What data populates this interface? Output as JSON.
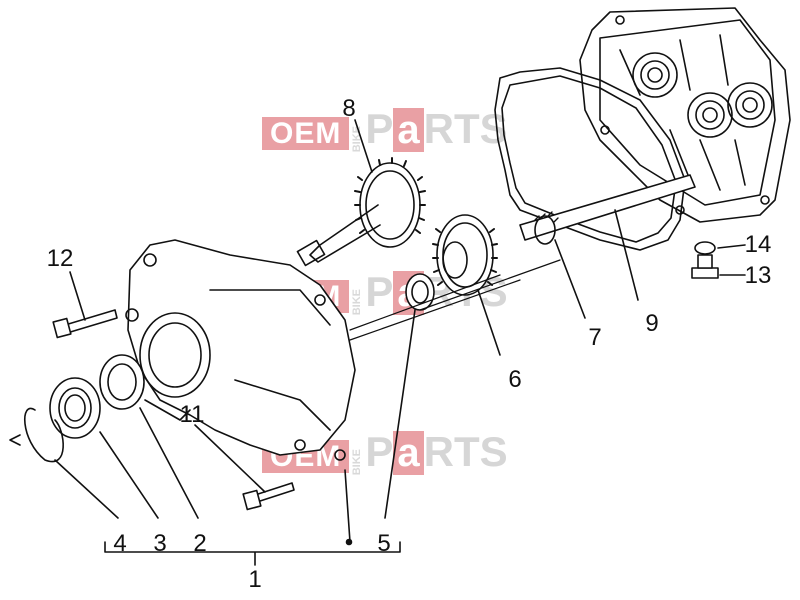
{
  "watermark": {
    "oem": "OEM",
    "bike": "BIKE",
    "p": "P",
    "a": "a",
    "rts": "RTS"
  },
  "callouts": [
    {
      "id": "1",
      "text": "1"
    },
    {
      "id": "2",
      "text": "2"
    },
    {
      "id": "3",
      "text": "3"
    },
    {
      "id": "4",
      "text": "4"
    },
    {
      "id": "5",
      "text": "5"
    },
    {
      "id": "6",
      "text": "6"
    },
    {
      "id": "7",
      "text": "7"
    },
    {
      "id": "8",
      "text": "8"
    },
    {
      "id": "9",
      "text": "9"
    },
    {
      "id": "11",
      "text": "11"
    },
    {
      "id": "12",
      "text": "12"
    },
    {
      "id": "13",
      "text": "13"
    },
    {
      "id": "14",
      "text": "14"
    }
  ],
  "colors": {
    "line": "#111111",
    "watermark_red": "#e9a0a4",
    "watermark_grey": "#d6d6d6"
  }
}
